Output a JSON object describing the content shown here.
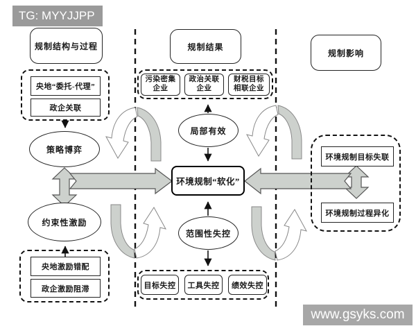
{
  "badge": {
    "text": "TG: MYYJJPP"
  },
  "watermark": {
    "text": "www.gsyks.com"
  },
  "headers": {
    "left": "规制结构与过程",
    "center": "规制结果",
    "right": "规制影响"
  },
  "left_column": {
    "top_group": {
      "items": [
        "央地“委托-代理”",
        "政企关联"
      ]
    },
    "ellipse_top": "策略博弈",
    "ellipse_bottom": "约束性激励",
    "bottom_group": {
      "items": [
        "央地激励错配",
        "政企激励阻滞"
      ]
    }
  },
  "center_column": {
    "top_group": {
      "items": [
        {
          "line1": "污染密集",
          "line2": "企业"
        },
        {
          "line1": "政治关联",
          "line2": "企业"
        },
        {
          "line1": "财税目标",
          "line2": "相联企业"
        }
      ]
    },
    "ellipse_top": "局部有效",
    "core": "环境规制“软化”",
    "ellipse_bottom": "范围性失控",
    "bottom_group": {
      "items": [
        "目标失控",
        "工具失控",
        "绩效失控"
      ]
    }
  },
  "right_column": {
    "items": [
      "环境规制目标失联",
      "环境规制过程异化"
    ]
  },
  "colors": {
    "block_arrow_fill": "#cdd1cd",
    "block_arrow_stroke": "#555555",
    "badge_bg": "#9a9a9a",
    "watermark_bg": "#a7a7a7",
    "line_color": "#1a1a1a"
  }
}
